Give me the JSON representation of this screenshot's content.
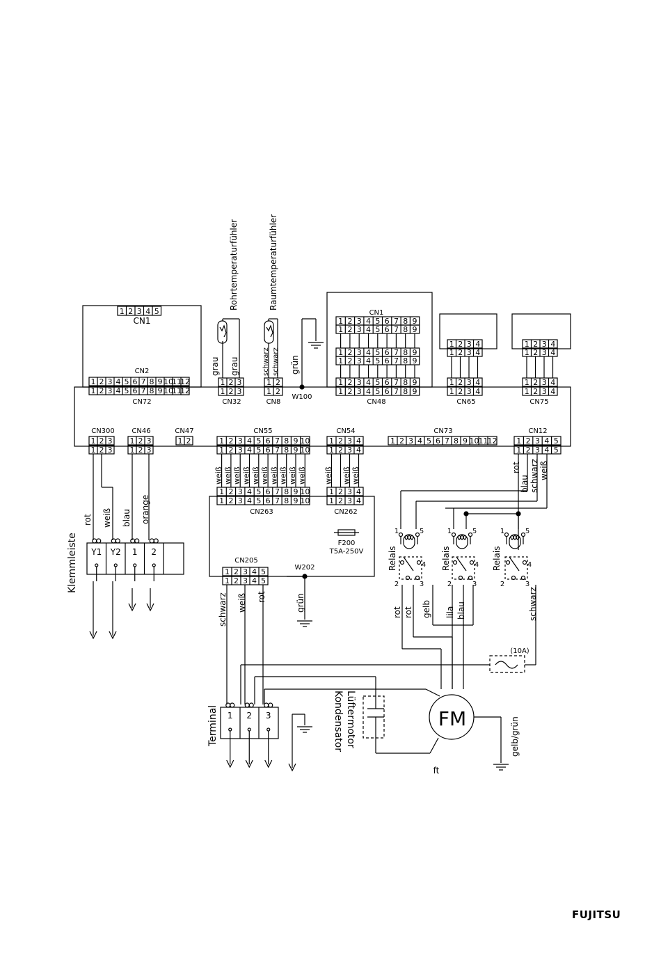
{
  "connectors": {
    "cn1_top": "CN1",
    "cn2": "CN2",
    "cn72": "CN72",
    "cn32": "CN32",
    "cn8": "CN8",
    "w100": "W100",
    "cn1_right": "CN1",
    "cn48": "CN48",
    "cn65": "CN65",
    "cn75": "CN75",
    "cn300": "CN300",
    "cn46": "CN46",
    "cn47": "CN47",
    "cn55": "CN55",
    "cn54": "CN54",
    "cn73": "CN73",
    "cn12": "CN12",
    "cn263": "CN263",
    "cn262": "CN262",
    "cn205": "CN205",
    "w202": "W202"
  },
  "sensors": {
    "pipe": "Rohrtemperaturfühler",
    "room": "Raumtemperaturfühler"
  },
  "wires": {
    "grau": "grau",
    "schwarz": "schwarz",
    "gruen": "grün",
    "weiss": "weiß",
    "rot": "rot",
    "blau": "blau",
    "orange": "orange",
    "gelb": "gelb",
    "lila": "lila",
    "gelb_gruen": "gelb/grün"
  },
  "fuse": {
    "name": "F200",
    "rating": "T5A-250V",
    "ext": "(10A)"
  },
  "terminals": {
    "klemmleiste": "Klemmleiste",
    "klemm_labels": [
      "Y1",
      "Y2",
      "1",
      "2"
    ],
    "terminal": "Terminal",
    "terminal_labels": [
      "1",
      "2",
      "3"
    ]
  },
  "relay": {
    "label": "Relais",
    "pins": [
      "1",
      "5",
      "4",
      "2",
      "3"
    ]
  },
  "motor": {
    "label": "FM",
    "caption": "ft",
    "capacitor_line1": "Lüftermotor",
    "capacitor_line2": "Kondensator"
  },
  "brand": "FUJITSU"
}
